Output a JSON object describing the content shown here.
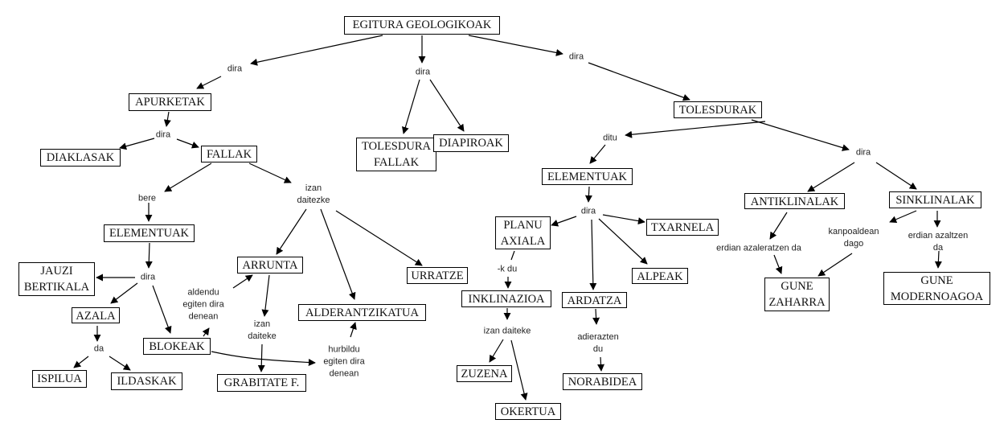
{
  "diagram": {
    "type": "concept-map",
    "root": "EGITURA GEOLOGIKOAK",
    "nodes": {
      "egitura": "EGITURA GEOLOGIKOAK",
      "apurketak": "APURKETAK",
      "diaklasak": "DIAKLASAK",
      "fallak": "FALLAK",
      "elementuak1": "ELEMENTUAK",
      "jauzi": "JAUZI\nBERTIKALA",
      "azala": "AZALA",
      "ispilua": "ISPILUA",
      "ildaskak": "ILDASKAK",
      "blokeak": "BLOKEAK",
      "arrunta": "ARRUNTA",
      "grabitate": "GRABITATE F.",
      "alderantzikatua": "ALDERANTZIKATUA",
      "urratze": "URRATZE",
      "tolesdura_fallak": "TOLESDURA\nFALLAK",
      "diapiroak": "DIAPIROAK",
      "tolesdurak": "TOLESDURAK",
      "elementuak2": "ELEMENTUAK",
      "planu": "PLANU\nAXIALA",
      "txarnela": "TXARNELA",
      "alpeak": "ALPEAK",
      "inklinazioa": "INKLINAZIOA",
      "zuzena": "ZUZENA",
      "okertua": "OKERTUA",
      "ardatza": "ARDATZA",
      "norabidea": "NORABIDEA",
      "antiklinalak": "ANTIKLINALAK",
      "sinklinalak": "SINKLINALAK",
      "gune_zaharra": "GUNE\nZAHARRA",
      "gune_modernoagoa": "GUNE\nMODERNOAGOA"
    },
    "links": {
      "l_dira_left": "dira",
      "l_dira_mid": "dira",
      "l_dira_right": "dira",
      "l_dira_apurketak": "dira",
      "l_bere": "bere",
      "l_izan_daitezke": "izan\ndaitezke",
      "l_dira_elem1": "dira",
      "l_da": "da",
      "l_aldendu": "aldendu\negiten dira\ndenean",
      "l_izan_daiteke1": "izan\ndaiteke",
      "l_hurbildu": "hurbildu\negiten dira\ndenean",
      "l_ditu": "ditu",
      "l_dira_elem2": "dira",
      "l_k_du": "-k du",
      "l_izan_daiteke2": "izan daiteke",
      "l_adierazten": "adierazten\ndu",
      "l_dira_toles": "dira",
      "l_erdian_azaleratzen": "erdian azaleratzen da",
      "l_kanpoaldean": "kanpoaldean\ndago",
      "l_erdian_azaltzen": "erdian azaltzen da"
    }
  }
}
